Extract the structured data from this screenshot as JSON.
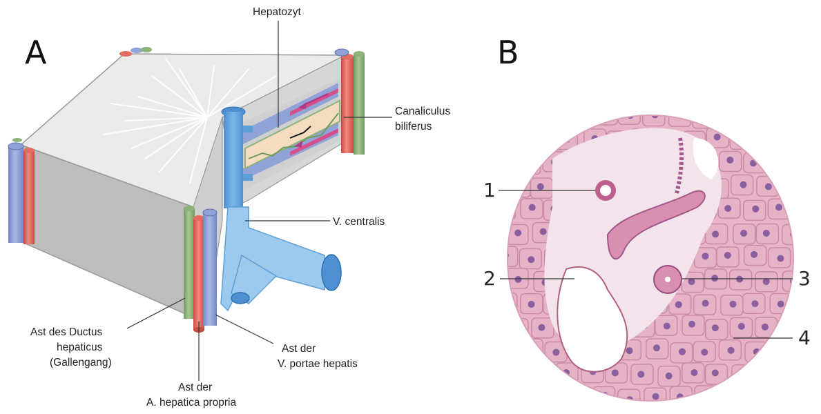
{
  "panel_a": {
    "letter": "A",
    "labels": {
      "hepatozyt": "Hepatozyt",
      "canaliculus_1": "Canaliculus",
      "canaliculus_2": "biliferus",
      "v_centralis": "V. centralis",
      "ductus_1": "Ast des Ductus",
      "ductus_2": "hepaticus",
      "ductus_3": "(Gallengang)",
      "portae_1": "Ast der",
      "portae_2": "V. portae hepatis",
      "hepatica_1": "Ast der",
      "hepatica_2": "A. hepatica propria"
    }
  },
  "panel_b": {
    "letter": "B",
    "numbers": {
      "n1": "1",
      "n2": "2",
      "n3": "3",
      "n4": "4"
    }
  },
  "colors": {
    "vein_blue": "#8fa3d6",
    "artery_red": "#e26b62",
    "bile_green": "#8fb27a",
    "central_vein": "#5b9fd6",
    "lobule_top": "#e9e9e9",
    "lobule_side": "#c8c8c8",
    "tissue_pink": "#e6b2c6",
    "nucleus_purple": "#8a5fa0"
  }
}
